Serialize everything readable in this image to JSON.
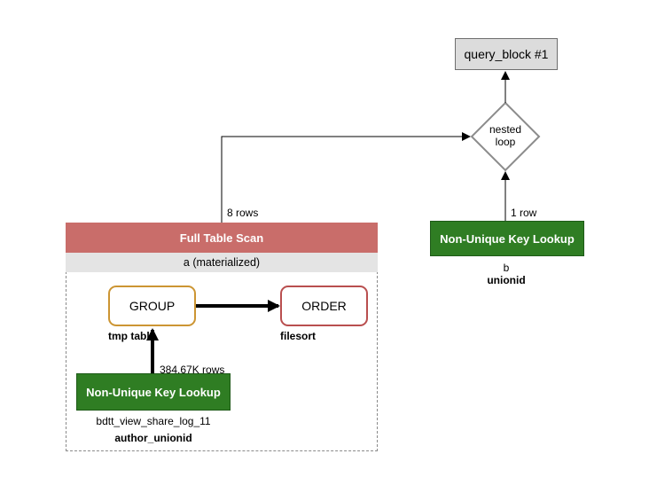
{
  "query_block": {
    "label": "query_block #1"
  },
  "nested_loop": {
    "line1": "nested",
    "line2": "loop"
  },
  "right_lookup": {
    "label": "Non-Unique Key Lookup",
    "table": "b",
    "key": "unionid",
    "rows_label": "1 row",
    "color": "#2f7d23"
  },
  "full_scan": {
    "label": "Full Table Scan",
    "table": "a (materialized)",
    "rows_label": "8 rows",
    "color": "#c96d6a"
  },
  "group_op": {
    "label": "GROUP",
    "sublabel": "tmp table",
    "color": "#cc9533"
  },
  "order_op": {
    "label": "ORDER",
    "sublabel": "filesort",
    "color": "#b94f4f"
  },
  "inner_lookup": {
    "label": "Non-Unique Key Lookup",
    "table": "bdtt_view_share_log_11",
    "key": "author_unionid",
    "rows_label": "384.67K rows",
    "color": "#2f7d23"
  }
}
